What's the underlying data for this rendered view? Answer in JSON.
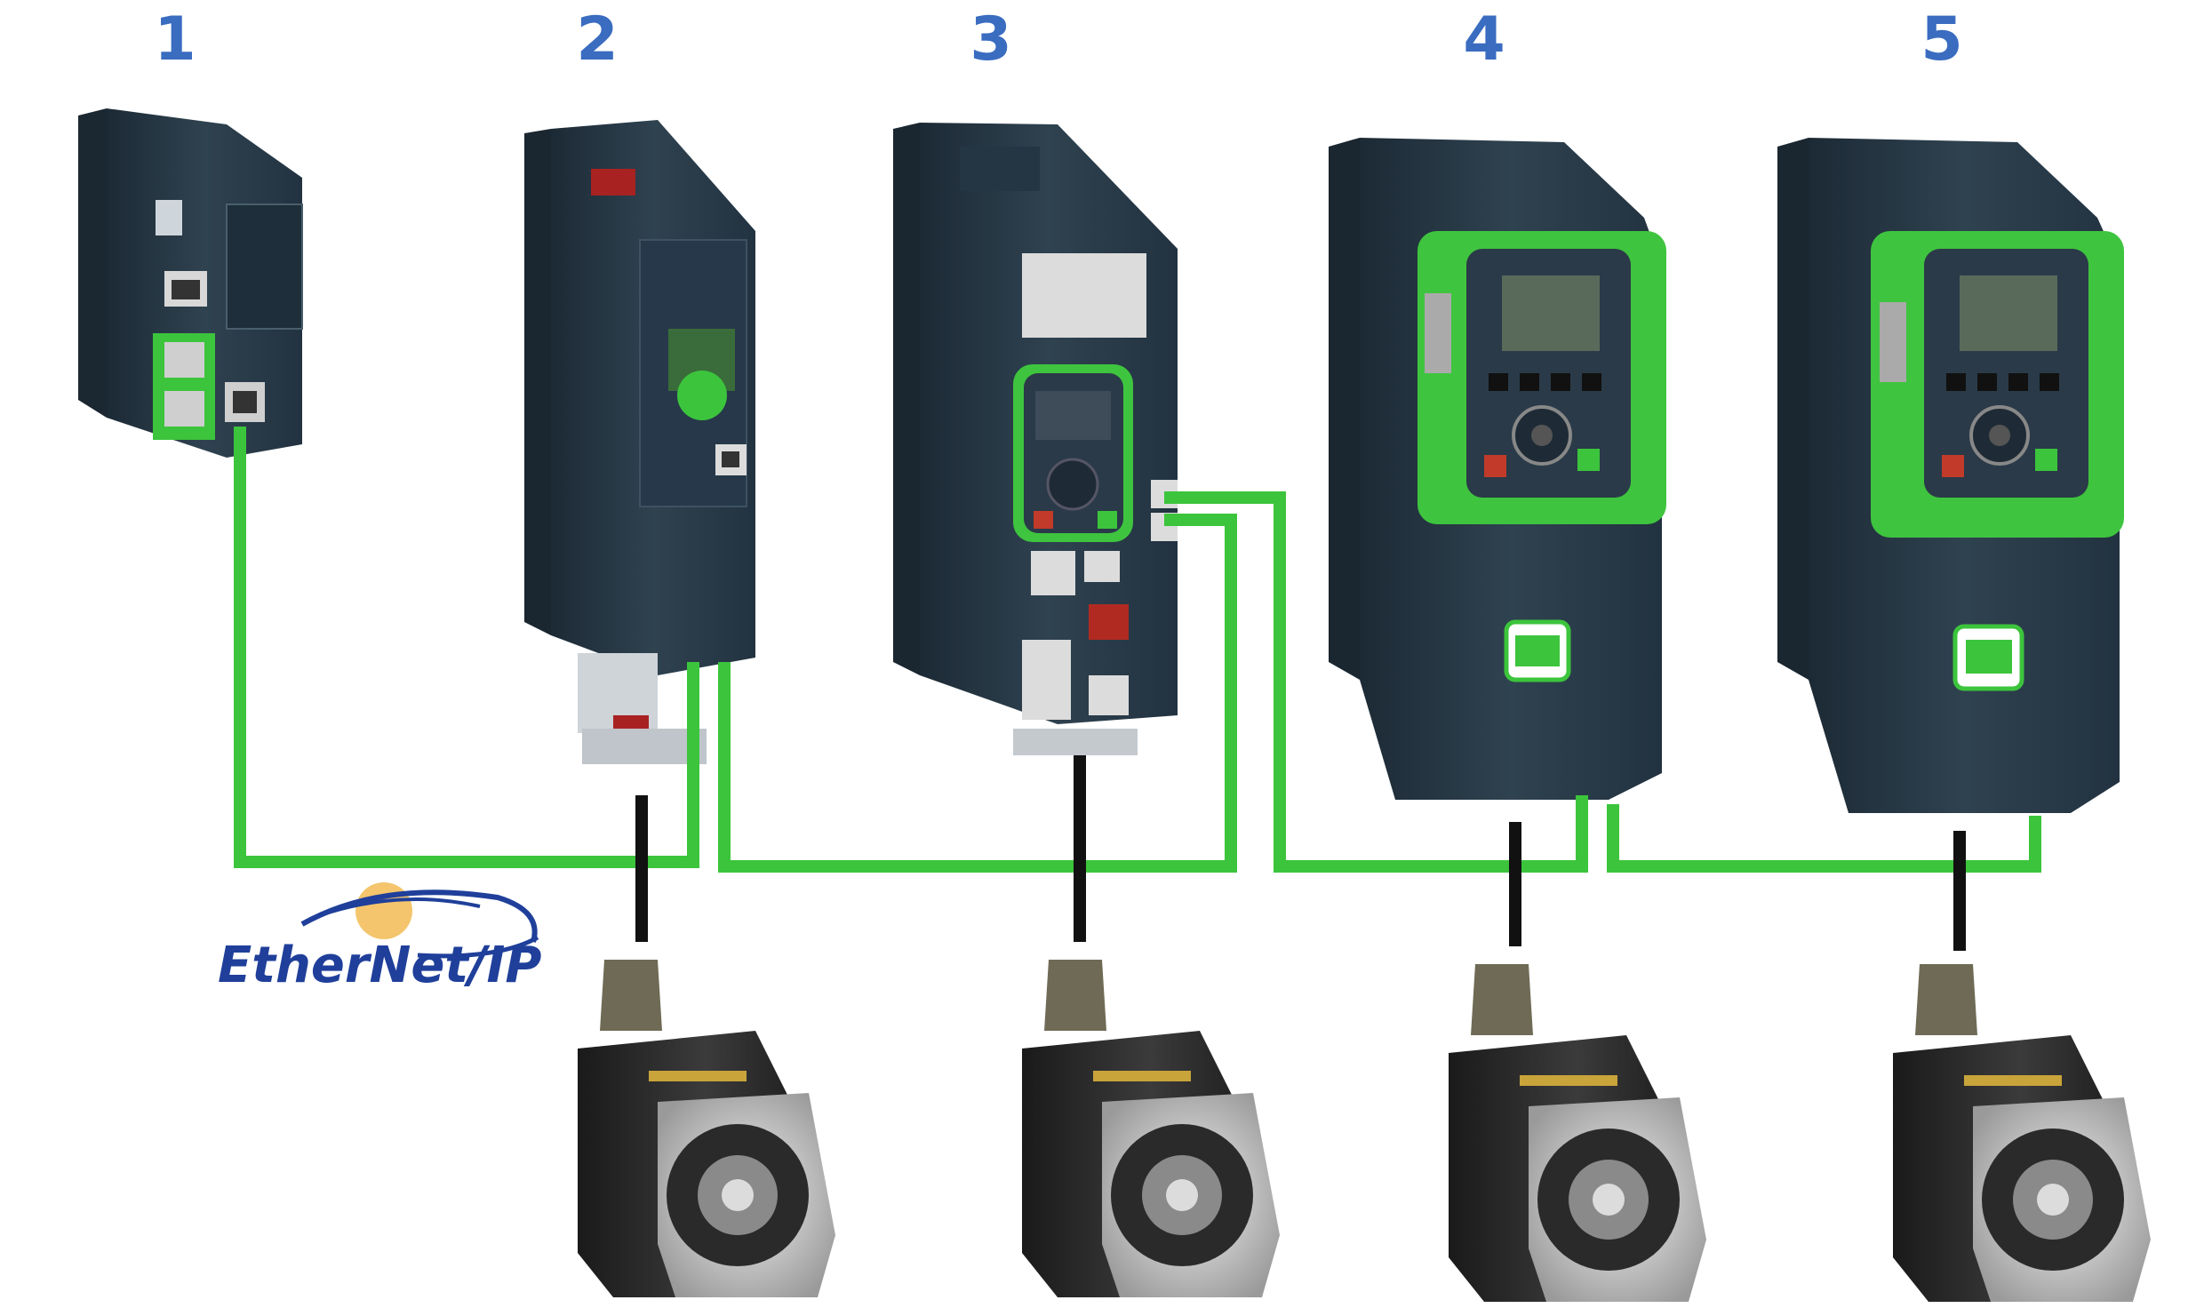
{
  "labels": {
    "n1": "1",
    "n2": "2",
    "n3": "3",
    "n4": "4",
    "n5": "5"
  },
  "logo": {
    "text": "EtherNet/IP"
  },
  "devices": [
    {
      "number": "1",
      "kind": "controller"
    },
    {
      "number": "2",
      "kind": "drive"
    },
    {
      "number": "3",
      "kind": "drive"
    },
    {
      "number": "4",
      "kind": "drive"
    },
    {
      "number": "5",
      "kind": "drive"
    }
  ],
  "colors": {
    "ethernet_cable": "#3cc43c",
    "motor_cable": "#111111",
    "device_body": "#2c3e4c",
    "keypad_green": "#3fc43f",
    "label_blue": "#3a6cc0",
    "logo_blue": "#1f3f9a",
    "logo_gold": "#f0b23c"
  }
}
